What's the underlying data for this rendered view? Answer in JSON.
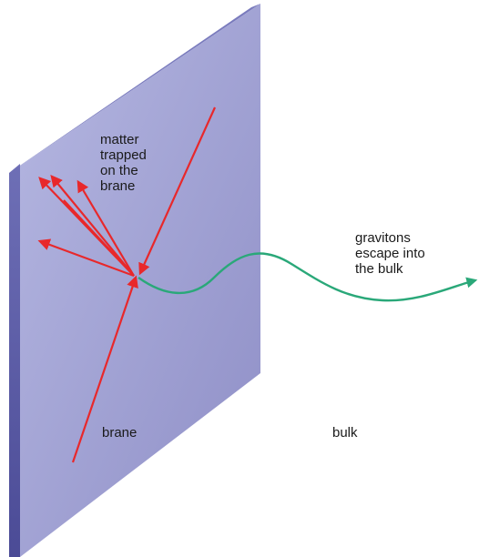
{
  "labels": {
    "matter_trapped": [
      "matter",
      "trapped",
      "on the",
      "brane"
    ],
    "gravitons_escape": [
      "gravitons",
      "escape into",
      "the bulk"
    ],
    "brane": "brane",
    "bulk": "bulk"
  },
  "colors": {
    "brane_face_top": "#aeb0dc",
    "brane_face_bottom": "#8f8fc6",
    "brane_edge": "#5a5aa3",
    "arrow": "#e8282b",
    "graviton": "#2aa879",
    "background": "#ffffff"
  }
}
